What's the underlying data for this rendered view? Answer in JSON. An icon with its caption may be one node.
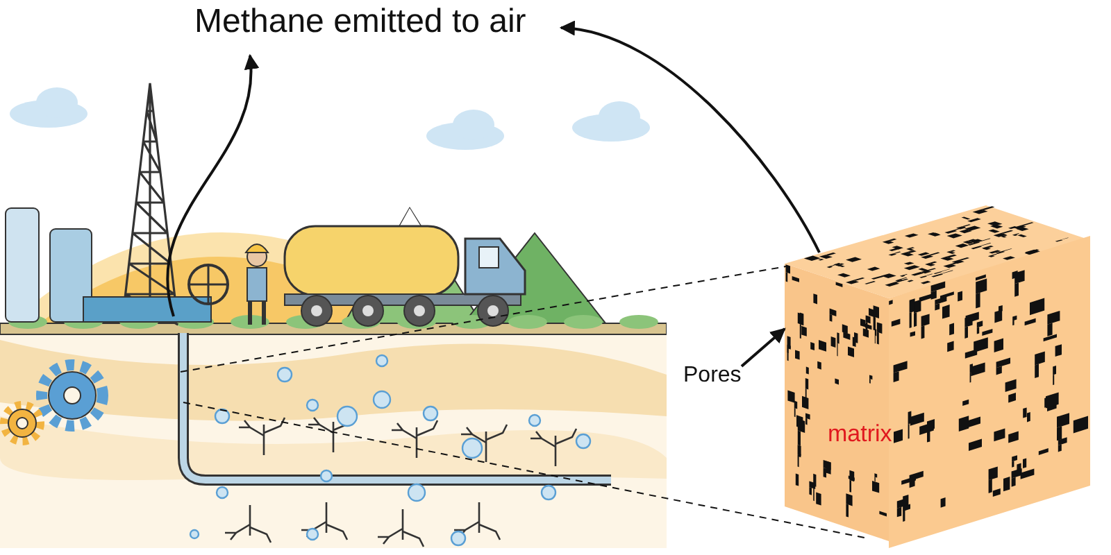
{
  "diagram": {
    "nodes": [
      {
        "text": [
          "Methane emitted to air"
        ]
      },
      {
        "text": [],
        "shape": "picture"
      },
      {
        "text": [
          "matrix"
        ]
      },
      {
        "text": [
          "Pores"
        ]
      }
    ],
    "edges": [
      {
        "from": 1,
        "to": 0,
        "arrow": "to"
      },
      {
        "from": 2,
        "to": 0,
        "arrow": "to"
      },
      {
        "from": 1,
        "to": 2,
        "arrow": "none",
        "style": "dashed"
      },
      {
        "from": 1,
        "to": 2,
        "arrow": "none",
        "style": "dashed"
      },
      {
        "from": 3,
        "to": 2,
        "arrow": "to"
      }
    ]
  }
}
